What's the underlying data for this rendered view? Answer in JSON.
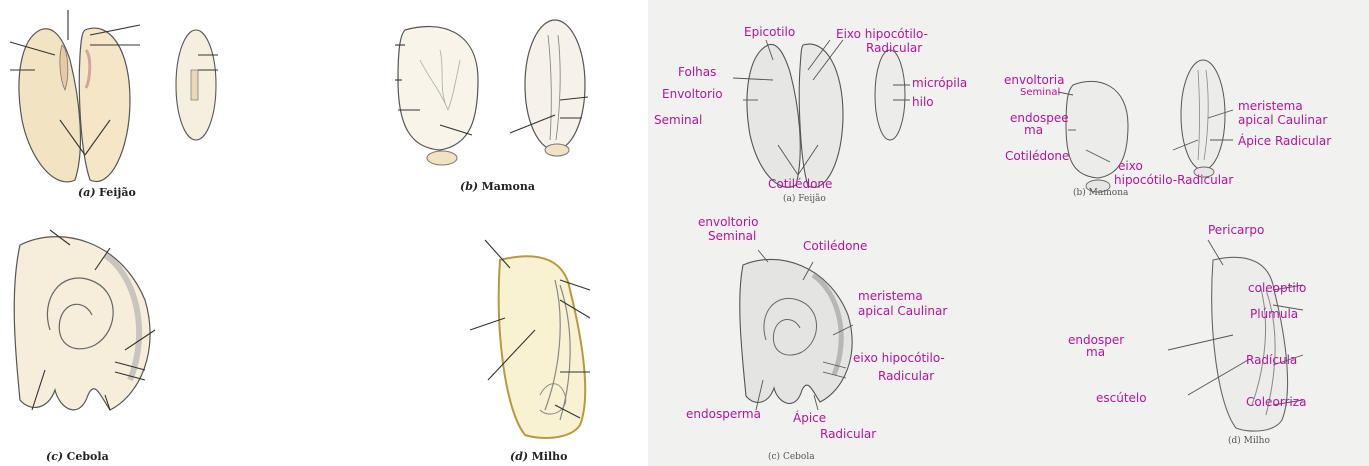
{
  "left": {
    "captions": [
      {
        "letter": "(a)",
        "name": "Feijão"
      },
      {
        "letter": "(b)",
        "name": "Mamona"
      },
      {
        "letter": "(c)",
        "name": "Cebola"
      },
      {
        "letter": "(d)",
        "name": "Milho"
      }
    ]
  },
  "right": {
    "captions": [
      {
        "letter": "(a)",
        "name": "Feijão"
      },
      {
        "letter": "(b)",
        "name": "Mamona"
      },
      {
        "letter": "(c)",
        "name": "Cebola"
      },
      {
        "letter": "(d)",
        "name": "Milho"
      }
    ],
    "labels": {
      "a": {
        "epicotilo": "Epicotilo",
        "eixo1": "Eixo hipocótilo-",
        "eixo2": "Radicular",
        "folhas": "Folhas",
        "envoltorio1": "Envoltorio",
        "envoltorio2": "Seminal",
        "micropila": "micrópila",
        "hilo": "hilo",
        "cotiledone": "Cotilédone"
      },
      "b": {
        "envoltorio1": "envoltoria",
        "envoltorio2": "Seminal",
        "endosperma1": "endospee",
        "endosperma2": "ma",
        "cotiledone": "Cotilédone",
        "eixo1": "eixo",
        "eixo2": "hipocótilo-Radicular",
        "meristema1": "meristema",
        "meristema2": "apical Caulinar",
        "apice": "Ápice Radicular"
      },
      "c": {
        "envoltorio1": "envoltorio",
        "envoltorio2": "Seminal",
        "cotiledone": "Cotilédone",
        "meristema1": "meristema",
        "meristema2": "apical Caulinar",
        "eixo1": "eixo hipocótilo-",
        "eixo2": "Radicular",
        "endosperma": "endosperma",
        "apice1": "Ápice",
        "apice2": "Radicular"
      },
      "d": {
        "pericarpo": "Pericarpo",
        "coleoptilo": "coleoptilo",
        "plumula": "Plúmula",
        "endosperma1": "endosper",
        "endosperma2": "ma",
        "radicula": "Radícula",
        "escutelo": "escútelo",
        "coleorriza": "Coleorriza"
      }
    }
  }
}
